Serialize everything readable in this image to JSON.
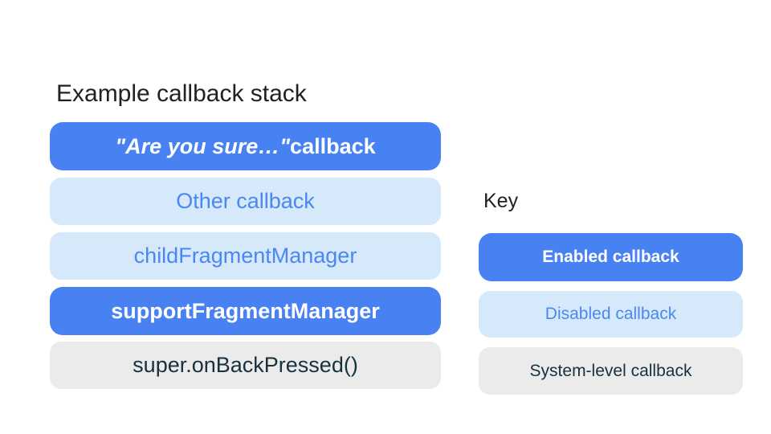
{
  "stack": {
    "title": "Example callback stack",
    "items": [
      {
        "label_emphasis": "\"Are you sure…\"",
        "label_rest": " callback",
        "state": "enabled"
      },
      {
        "label": "Other callback",
        "state": "disabled"
      },
      {
        "label": "childFragmentManager",
        "state": "disabled"
      },
      {
        "label": "supportFragmentManager",
        "state": "enabled"
      },
      {
        "label": "super.onBackPressed()",
        "state": "system"
      }
    ]
  },
  "key": {
    "title": "Key",
    "items": [
      {
        "label": "Enabled callback",
        "state": "enabled"
      },
      {
        "label": "Disabled callback",
        "state": "disabled"
      },
      {
        "label": "System-level callback",
        "state": "system"
      }
    ]
  },
  "colors": {
    "enabled_bg": "#4882F2",
    "enabled_text": "#FFFFFF",
    "disabled_bg": "#D6E9FA",
    "disabled_text": "#4B87F2",
    "system_bg": "#EBEBEB",
    "system_text": "#17313F",
    "heading_text": "#202124"
  }
}
